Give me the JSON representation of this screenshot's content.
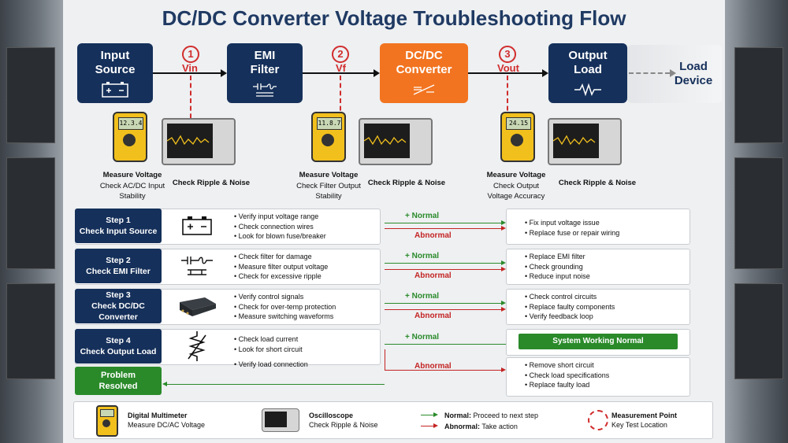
{
  "title": "DC/DC Converter Voltage Troubleshooting Flow",
  "chain": {
    "input": "Input Source",
    "input_l1": "Input",
    "input_l2": "Source",
    "emi_l1": "EMI",
    "emi_l2": "Filter",
    "conv_l1": "DC/DC",
    "conv_l2": "Converter",
    "out_l1": "Output",
    "out_l2": "Load",
    "load_l1": "Load",
    "load_l2": "Device"
  },
  "points": [
    {
      "num": "1",
      "label": "Vin"
    },
    {
      "num": "2",
      "label": "Vf"
    },
    {
      "num": "3",
      "label": "Vout"
    }
  ],
  "meters": [
    {
      "dmm_reading": "12.3.4",
      "measure": "Measure Voltage",
      "check": "Check AC/DC Input Stability",
      "ripple": "Check Ripple & Noise"
    },
    {
      "dmm_reading": "11.8.7",
      "measure": "Measure Voltage",
      "check": "Check Filter Output Stability",
      "ripple": "Check Ripple & Noise"
    },
    {
      "dmm_reading": "24.15",
      "measure": "Measure Voltage",
      "check": "Check Output Voltage Accuracy",
      "ripple": "Check Ripple & Noise"
    }
  ],
  "steps": [
    {
      "step": "Step 1",
      "name": "Check Input Source",
      "icon": "battery-icon",
      "checks": [
        "Verify input voltage range",
        "Check connection wires",
        "Look for blown fuse/breaker"
      ],
      "normal": "Normal",
      "abnormal": "Abnormal",
      "actions": [
        "Fix input voltage issue",
        "Replace fuse or repair wiring"
      ]
    },
    {
      "step": "Step 2",
      "name": "Check EMI Filter",
      "icon": "filter-icon",
      "checks": [
        "Check filter for damage",
        "Measure filter output voltage",
        "Check for excessive ripple"
      ],
      "normal": "Normal",
      "abnormal": "Abnormal",
      "actions": [
        "Replace EMI filter",
        "Check grounding",
        "Reduce input noise"
      ]
    },
    {
      "step": "Step 3",
      "name": "Check DC/DC Converter",
      "icon": "converter-module-icon",
      "checks": [
        "Verify control signals",
        "Check for over-temp protection",
        "Measure switching waveforms"
      ],
      "normal": "Normal",
      "abnormal": "Abnormal",
      "actions": [
        "Check control circuits",
        "Replace faulty components",
        "Verify feedback loop"
      ]
    },
    {
      "step": "Step 4",
      "name": "Check Output Load",
      "icon": "load-resistor-icon",
      "checks": [
        "Check load current",
        "Look for short circuit",
        "Verify load connection"
      ],
      "normal": "Normal",
      "abnormal": "Abnormal",
      "actions": [
        "Remove short circuit",
        "Check load specifications",
        "Replace faulty load"
      ]
    }
  ],
  "working_normal": "System Working Normal",
  "resolved_l1": "Problem",
  "resolved_l2": "Resolved",
  "legend": {
    "dmm_title": "Digital Multimeter",
    "dmm_desc": "Measure DC/AC Voltage",
    "osc_title": "Oscilloscope",
    "osc_desc": "Check Ripple & Noise",
    "normal_b": "Normal:",
    "normal_t": " Proceed to next step",
    "abn_b": "Abnormal:",
    "abn_t": " Take action",
    "mp_title": "Measurement Point",
    "mp_desc": "Key Test Location"
  },
  "colors": {
    "navy": "#15305a",
    "orange": "#f27420",
    "green": "#2a8a2a",
    "red": "#c42424"
  }
}
